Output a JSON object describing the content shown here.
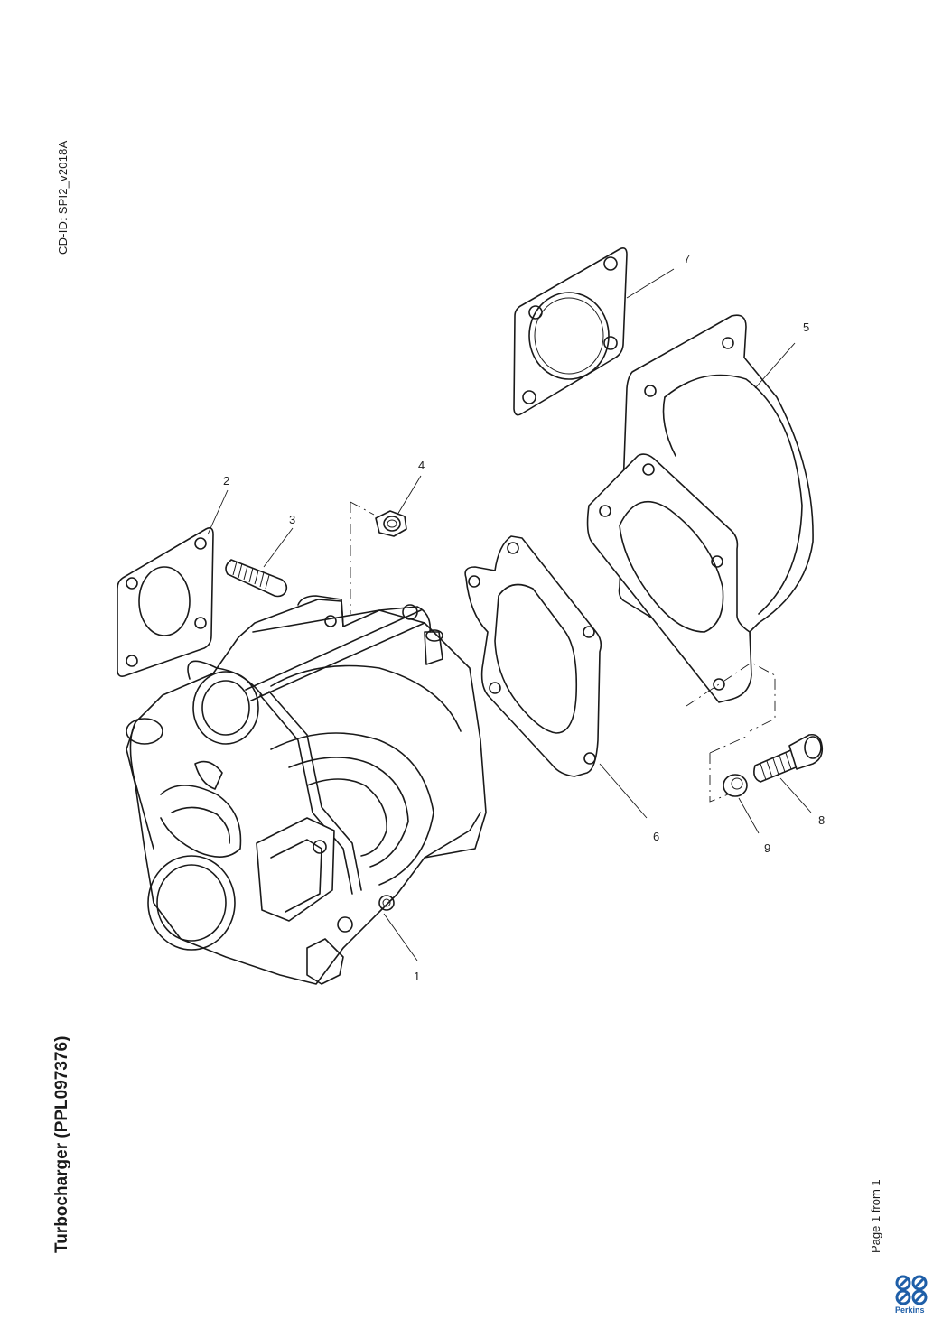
{
  "header": {
    "cd_id": "CD-ID: SPI2_v2018A"
  },
  "title": "Turbocharger (PPL097376)",
  "footer": {
    "page": "Page 1 from 1"
  },
  "brand": {
    "name": "Perkins",
    "color": "#1f5fa8"
  },
  "diagram": {
    "callouts": [
      {
        "label": "1"
      },
      {
        "label": "2"
      },
      {
        "label": "3"
      },
      {
        "label": "4"
      },
      {
        "label": "5"
      },
      {
        "label": "6"
      },
      {
        "label": "7"
      },
      {
        "label": "8"
      },
      {
        "label": "9"
      }
    ]
  }
}
